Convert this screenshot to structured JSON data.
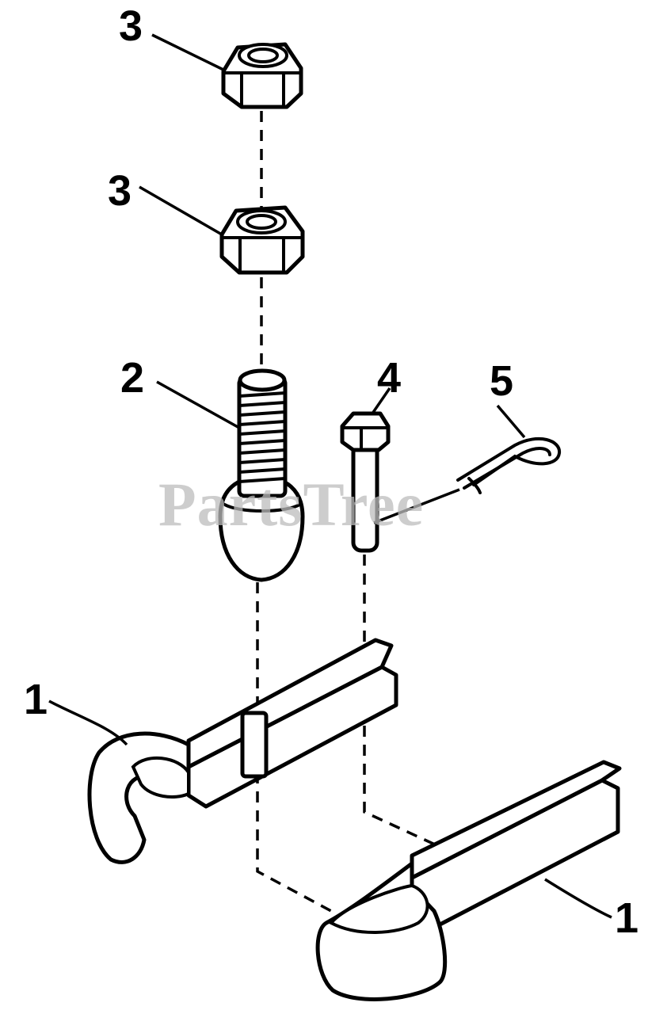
{
  "watermark": "PartsTree",
  "callouts": {
    "nut_top": "3",
    "nut_bottom": "3",
    "ball_stud": "2",
    "pin": "4",
    "cotter_pin": "5",
    "arm_left": "1",
    "arm_right": "1"
  },
  "colors": {
    "line": "#000000",
    "background": "#ffffff",
    "watermark": "#bdbdbd"
  }
}
